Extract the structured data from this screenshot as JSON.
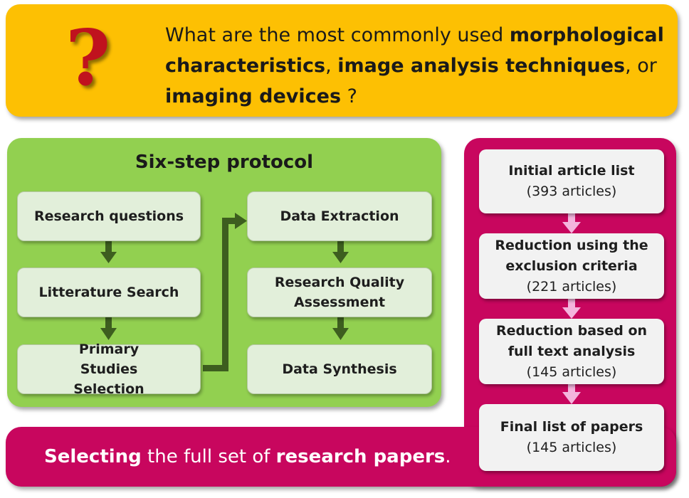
{
  "question": {
    "parts": [
      {
        "text": "What are the most commonly used ",
        "bold": false
      },
      {
        "text": "morphological characteristics",
        "bold": true
      },
      {
        "text": ", ",
        "bold": false
      },
      {
        "text": "image analysis techniques",
        "bold": true
      },
      {
        "text": ", or ",
        "bold": false
      },
      {
        "text": "imaging devices",
        "bold": true
      },
      {
        "text": " ?",
        "bold": false
      }
    ],
    "icon": "question-mark-icon",
    "icon_glyph": "?"
  },
  "protocol": {
    "title": "Six-step protocol",
    "steps": [
      "Research questions",
      "Litterature Search",
      "Primary Studies Selection",
      "Data Extraction",
      "Research Quality Assessment",
      "Data Synthesis"
    ]
  },
  "selection": {
    "stages": [
      {
        "title": "Initial article list",
        "count": "(393 articles)"
      },
      {
        "title": "Reduction using the exclusion criteria",
        "count": "(221 articles)"
      },
      {
        "title": "Reduction based on full text analysis",
        "count": "(145 articles)"
      },
      {
        "title": "Final list of papers",
        "count": "(145 articles)"
      }
    ]
  },
  "footer": {
    "parts": [
      {
        "text": "Selecting",
        "bold": true
      },
      {
        "text": " the full set of ",
        "bold": false
      },
      {
        "text": "research papers",
        "bold": true
      },
      {
        "text": ".",
        "bold": false
      }
    ]
  },
  "colors": {
    "banner": "#fdc003",
    "question_mark": "#c0121e",
    "green_panel": "#92d050",
    "green_box": "#e2efda",
    "green_arrow": "#3d5e1f",
    "magenta": "#c8065e",
    "pink_arrow": "#f4b4dd"
  }
}
